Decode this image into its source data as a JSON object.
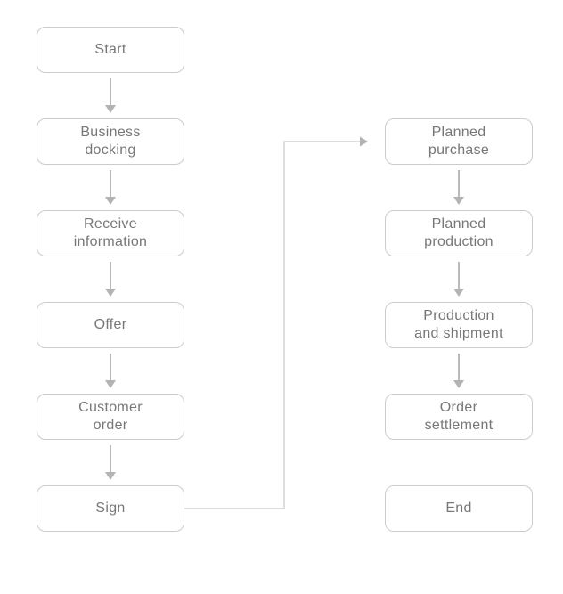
{
  "theme": {
    "bg": "#ffffff",
    "box-bg": "#ffffff",
    "box-border": "#cccccc",
    "text": "#777777",
    "arrow": "#b3b3b3",
    "connector": "#dddddd"
  },
  "nodes": [
    {
      "id": "start",
      "label": "Start"
    },
    {
      "id": "business-docking",
      "label": "Business\ndocking"
    },
    {
      "id": "receive-information",
      "label": "Receive\ninformation"
    },
    {
      "id": "offer",
      "label": "Offer"
    },
    {
      "id": "customer-order",
      "label": "Customer\norder"
    },
    {
      "id": "sign",
      "label": "Sign"
    },
    {
      "id": "planned-purchase",
      "label": "Planned\npurchase"
    },
    {
      "id": "planned-production",
      "label": "Planned\nproduction"
    },
    {
      "id": "production-and-shipment",
      "label": "Production\nand shipment"
    },
    {
      "id": "order-settlement",
      "label": "Order\nsettlement"
    },
    {
      "id": "end",
      "label": "End"
    }
  ],
  "edges": [
    {
      "from": "start",
      "to": "business-docking",
      "style": "arrow-down"
    },
    {
      "from": "business-docking",
      "to": "receive-information",
      "style": "arrow-down"
    },
    {
      "from": "receive-information",
      "to": "offer",
      "style": "arrow-down"
    },
    {
      "from": "offer",
      "to": "customer-order",
      "style": "arrow-down"
    },
    {
      "from": "customer-order",
      "to": "sign",
      "style": "arrow-down"
    },
    {
      "from": "sign",
      "to": "planned-purchase",
      "style": "elbow-right-up-right"
    },
    {
      "from": "planned-purchase",
      "to": "planned-production",
      "style": "arrow-down"
    },
    {
      "from": "planned-production",
      "to": "production-and-shipment",
      "style": "arrow-down"
    },
    {
      "from": "production-and-shipment",
      "to": "order-settlement",
      "style": "arrow-down"
    }
  ]
}
